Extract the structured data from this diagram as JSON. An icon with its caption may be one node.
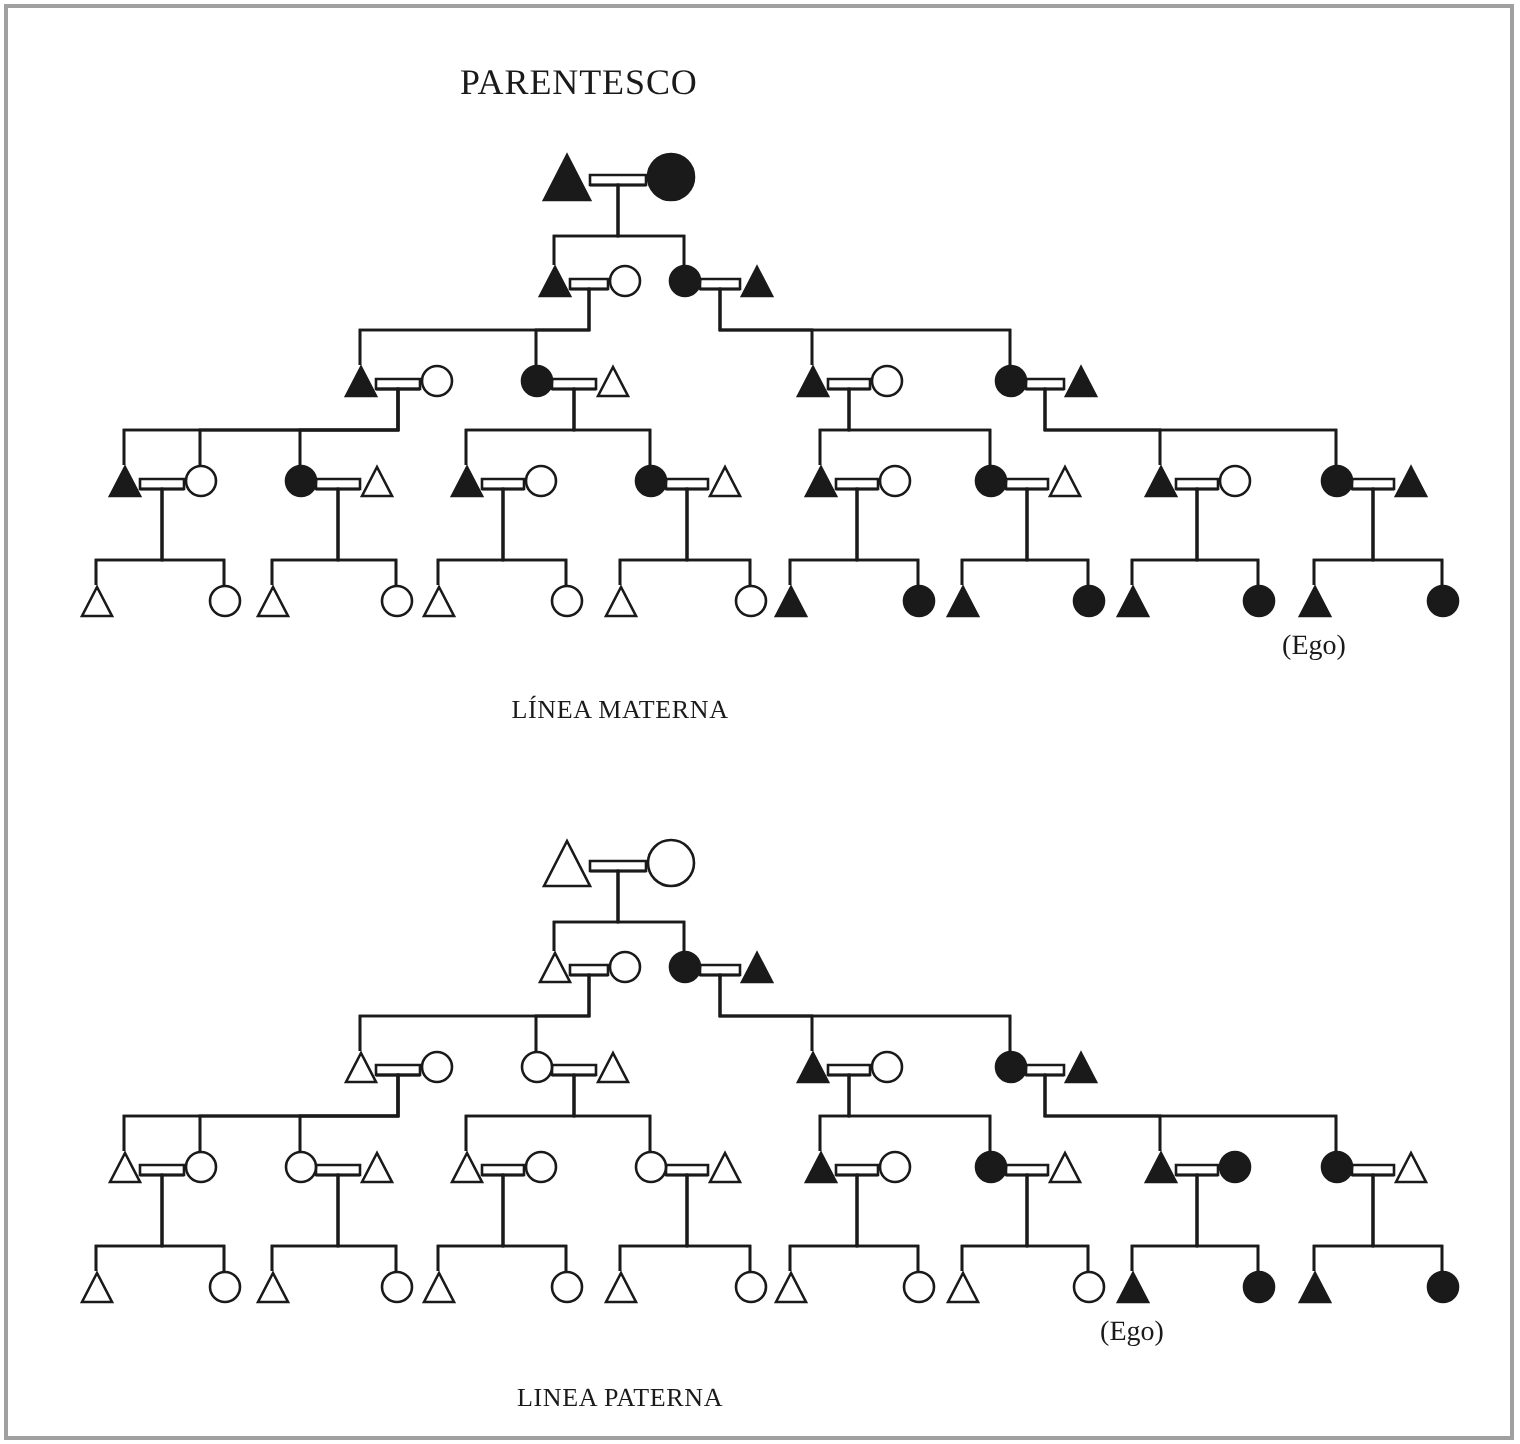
{
  "diagram": {
    "title": "PARENTESCO",
    "nodes": [
      {
        "text": [],
        "shape": "filled-triangle"
      },
      {
        "text": [],
        "shape": "filled-circle"
      },
      {
        "text": [],
        "shape": "filled-triangle"
      },
      {
        "text": [],
        "shape": "circle"
      },
      {
        "text": [],
        "shape": "filled-circle"
      },
      {
        "text": [],
        "shape": "filled-triangle"
      },
      {
        "text": [],
        "shape": "filled-triangle"
      },
      {
        "text": [],
        "shape": "circle"
      },
      {
        "text": [],
        "shape": "filled-circle"
      },
      {
        "text": [],
        "shape": "triangle"
      },
      {
        "text": [],
        "shape": "filled-triangle"
      },
      {
        "text": [],
        "shape": "circle"
      },
      {
        "text": [],
        "shape": "filled-circle"
      },
      {
        "text": [],
        "shape": "filled-triangle"
      },
      {
        "text": [],
        "shape": "filled-triangle"
      },
      {
        "text": [],
        "shape": "circle"
      },
      {
        "text": [],
        "shape": "filled-circle"
      },
      {
        "text": [],
        "shape": "triangle"
      },
      {
        "text": [],
        "shape": "filled-triangle"
      },
      {
        "text": [],
        "shape": "circle"
      },
      {
        "text": [],
        "shape": "filled-circle"
      },
      {
        "text": [],
        "shape": "triangle"
      },
      {
        "text": [],
        "shape": "filled-triangle"
      },
      {
        "text": [],
        "shape": "circle"
      },
      {
        "text": [],
        "shape": "filled-circle"
      },
      {
        "text": [],
        "shape": "triangle"
      },
      {
        "text": [],
        "shape": "filled-triangle"
      },
      {
        "text": [],
        "shape": "circle"
      },
      {
        "text": [],
        "shape": "filled-circle"
      },
      {
        "text": [],
        "shape": "filled-triangle"
      },
      {
        "text": [],
        "shape": "triangle"
      },
      {
        "text": [],
        "shape": "circle"
      },
      {
        "text": [],
        "shape": "triangle"
      },
      {
        "text": [],
        "shape": "circle"
      },
      {
        "text": [],
        "shape": "triangle"
      },
      {
        "text": [],
        "shape": "circle"
      },
      {
        "text": [],
        "shape": "triangle"
      },
      {
        "text": [],
        "shape": "circle"
      },
      {
        "text": [],
        "shape": "filled-triangle"
      },
      {
        "text": [],
        "shape": "filled-circle"
      },
      {
        "text": [],
        "shape": "filled-triangle"
      },
      {
        "text": [],
        "shape": "filled-circle"
      },
      {
        "text": [],
        "shape": "filled-triangle"
      },
      {
        "text": [],
        "shape": "filled-circle"
      },
      {
        "text": [],
        "shape": "filled-triangle",
        "beside": [
          "(Ego)"
        ]
      },
      {
        "text": [],
        "shape": "filled-circle"
      },
      {
        "text": [],
        "shape": "triangle"
      },
      {
        "text": [],
        "shape": "circle"
      },
      {
        "text": [],
        "shape": "triangle"
      },
      {
        "text": [],
        "shape": "circle"
      },
      {
        "text": [],
        "shape": "filled-circle"
      },
      {
        "text": [],
        "shape": "filled-triangle"
      },
      {
        "text": [],
        "shape": "triangle"
      },
      {
        "text": [],
        "shape": "circle"
      },
      {
        "text": [],
        "shape": "circle"
      },
      {
        "text": [],
        "shape": "triangle"
      },
      {
        "text": [],
        "shape": "filled-triangle"
      },
      {
        "text": [],
        "shape": "circle"
      },
      {
        "text": [],
        "shape": "filled-circle"
      },
      {
        "text": [],
        "shape": "filled-triangle"
      },
      {
        "text": [],
        "shape": "triangle"
      },
      {
        "text": [],
        "shape": "circle"
      },
      {
        "text": [],
        "shape": "circle"
      },
      {
        "text": [],
        "shape": "triangle"
      },
      {
        "text": [],
        "shape": "triangle"
      },
      {
        "text": [],
        "shape": "circle"
      },
      {
        "text": [],
        "shape": "circle"
      },
      {
        "text": [],
        "shape": "triangle"
      },
      {
        "text": [],
        "shape": "filled-triangle"
      },
      {
        "text": [],
        "shape": "circle"
      },
      {
        "text": [],
        "shape": "filled-circle"
      },
      {
        "text": [],
        "shape": "triangle"
      },
      {
        "text": [],
        "shape": "filled-triangle"
      },
      {
        "text": [],
        "shape": "filled-circle"
      },
      {
        "text": [],
        "shape": "filled-circle"
      },
      {
        "text": [],
        "shape": "triangle"
      },
      {
        "text": [],
        "shape": "triangle"
      },
      {
        "text": [],
        "shape": "circle"
      },
      {
        "text": [],
        "shape": "triangle"
      },
      {
        "text": [],
        "shape": "circle"
      },
      {
        "text": [],
        "shape": "triangle"
      },
      {
        "text": [],
        "shape": "circle"
      },
      {
        "text": [],
        "shape": "triangle"
      },
      {
        "text": [],
        "shape": "circle"
      },
      {
        "text": [],
        "shape": "triangle"
      },
      {
        "text": [],
        "shape": "circle"
      },
      {
        "text": [],
        "shape": "triangle"
      },
      {
        "text": [],
        "shape": "circle"
      },
      {
        "text": [],
        "shape": "filled-triangle",
        "beside": [
          "(Ego)"
        ]
      },
      {
        "text": [],
        "shape": "filled-circle"
      },
      {
        "text": [],
        "shape": "filled-triangle"
      },
      {
        "text": [],
        "shape": "filled-circle"
      }
    ],
    "edges": [
      {
        "from": 0,
        "to": 1,
        "arrow": "none"
      },
      {
        "from": 2,
        "to": 3,
        "arrow": "none"
      },
      {
        "from": 4,
        "to": 5,
        "arrow": "none"
      },
      {
        "from": 6,
        "to": 7,
        "arrow": "none"
      },
      {
        "from": 8,
        "to": 9,
        "arrow": "none"
      },
      {
        "from": 10,
        "to": 11,
        "arrow": "none"
      },
      {
        "from": 12,
        "to": 13,
        "arrow": "none"
      },
      {
        "from": 14,
        "to": 15,
        "arrow": "none"
      },
      {
        "from": 16,
        "to": 17,
        "arrow": "none"
      },
      {
        "from": 18,
        "to": 19,
        "arrow": "none"
      },
      {
        "from": 20,
        "to": 21,
        "arrow": "none"
      },
      {
        "from": 22,
        "to": 23,
        "arrow": "none"
      },
      {
        "from": 24,
        "to": 25,
        "arrow": "none"
      },
      {
        "from": 26,
        "to": 27,
        "arrow": "none"
      },
      {
        "from": 28,
        "to": 29,
        "arrow": "none"
      },
      {
        "from": 0,
        "to": 2,
        "arrow": "none"
      },
      {
        "from": 1,
        "to": 2,
        "arrow": "none"
      },
      {
        "from": 0,
        "to": 4,
        "arrow": "none"
      },
      {
        "from": 1,
        "to": 4,
        "arrow": "none"
      },
      {
        "from": 2,
        "to": 6,
        "arrow": "none"
      },
      {
        "from": 3,
        "to": 6,
        "arrow": "none"
      },
      {
        "from": 2,
        "to": 8,
        "arrow": "none"
      },
      {
        "from": 3,
        "to": 8,
        "arrow": "none"
      },
      {
        "from": 4,
        "to": 10,
        "arrow": "none"
      },
      {
        "from": 5,
        "to": 10,
        "arrow": "none"
      },
      {
        "from": 4,
        "to": 12,
        "arrow": "none"
      },
      {
        "from": 5,
        "to": 12,
        "arrow": "none"
      },
      {
        "from": 6,
        "to": 14,
        "arrow": "none"
      },
      {
        "from": 7,
        "to": 14,
        "arrow": "none"
      },
      {
        "from": 6,
        "to": 15,
        "arrow": "none"
      },
      {
        "from": 7,
        "to": 15,
        "arrow": "none"
      },
      {
        "from": 6,
        "to": 16,
        "arrow": "none"
      },
      {
        "from": 7,
        "to": 16,
        "arrow": "none"
      },
      {
        "from": 8,
        "to": 18,
        "arrow": "none"
      },
      {
        "from": 9,
        "to": 18,
        "arrow": "none"
      },
      {
        "from": 8,
        "to": 20,
        "arrow": "none"
      },
      {
        "from": 9,
        "to": 20,
        "arrow": "none"
      },
      {
        "from": 10,
        "to": 22,
        "arrow": "none"
      },
      {
        "from": 11,
        "to": 22,
        "arrow": "none"
      },
      {
        "from": 10,
        "to": 24,
        "arrow": "none"
      },
      {
        "from": 11,
        "to": 24,
        "arrow": "none"
      },
      {
        "from": 12,
        "to": 26,
        "arrow": "none"
      },
      {
        "from": 13,
        "to": 26,
        "arrow": "none"
      },
      {
        "from": 12,
        "to": 28,
        "arrow": "none"
      },
      {
        "from": 13,
        "to": 28,
        "arrow": "none"
      },
      {
        "from": 14,
        "to": 30,
        "arrow": "none"
      },
      {
        "from": 15,
        "to": 30,
        "arrow": "none"
      },
      {
        "from": 14,
        "to": 31,
        "arrow": "none"
      },
      {
        "from": 15,
        "to": 31,
        "arrow": "none"
      },
      {
        "from": 16,
        "to": 32,
        "arrow": "none"
      },
      {
        "from": 17,
        "to": 32,
        "arrow": "none"
      },
      {
        "from": 16,
        "to": 33,
        "arrow": "none"
      },
      {
        "from": 17,
        "to": 33,
        "arrow": "none"
      },
      {
        "from": 18,
        "to": 34,
        "arrow": "none"
      },
      {
        "from": 19,
        "to": 34,
        "arrow": "none"
      },
      {
        "from": 18,
        "to": 35,
        "arrow": "none"
      },
      {
        "from": 19,
        "to": 35,
        "arrow": "none"
      },
      {
        "from": 20,
        "to": 36,
        "arrow": "none"
      },
      {
        "from": 21,
        "to": 36,
        "arrow": "none"
      },
      {
        "from": 20,
        "to": 37,
        "arrow": "none"
      },
      {
        "from": 21,
        "to": 37,
        "arrow": "none"
      },
      {
        "from": 22,
        "to": 38,
        "arrow": "none"
      },
      {
        "from": 23,
        "to": 38,
        "arrow": "none"
      },
      {
        "from": 22,
        "to": 39,
        "arrow": "none"
      },
      {
        "from": 23,
        "to": 39,
        "arrow": "none"
      },
      {
        "from": 24,
        "to": 40,
        "arrow": "none"
      },
      {
        "from": 25,
        "to": 40,
        "arrow": "none"
      },
      {
        "from": 24,
        "to": 41,
        "arrow": "none"
      },
      {
        "from": 25,
        "to": 41,
        "arrow": "none"
      },
      {
        "from": 26,
        "to": 42,
        "arrow": "none"
      },
      {
        "from": 27,
        "to": 42,
        "arrow": "none"
      },
      {
        "from": 26,
        "to": 43,
        "arrow": "none"
      },
      {
        "from": 27,
        "to": 43,
        "arrow": "none"
      },
      {
        "from": 28,
        "to": 44,
        "arrow": "none"
      },
      {
        "from": 29,
        "to": 44,
        "arrow": "none"
      },
      {
        "from": 28,
        "to": 45,
        "arrow": "none"
      },
      {
        "from": 29,
        "to": 45,
        "arrow": "none"
      },
      {
        "from": 46,
        "to": 47,
        "arrow": "none"
      },
      {
        "from": 48,
        "to": 49,
        "arrow": "none"
      },
      {
        "from": 50,
        "to": 51,
        "arrow": "none"
      },
      {
        "from": 52,
        "to": 53,
        "arrow": "none"
      },
      {
        "from": 54,
        "to": 55,
        "arrow": "none"
      },
      {
        "from": 56,
        "to": 57,
        "arrow": "none"
      },
      {
        "from": 58,
        "to": 59,
        "arrow": "none"
      },
      {
        "from": 60,
        "to": 61,
        "arrow": "none"
      },
      {
        "from": 62,
        "to": 63,
        "arrow": "none"
      },
      {
        "from": 64,
        "to": 65,
        "arrow": "none"
      },
      {
        "from": 66,
        "to": 67,
        "arrow": "none"
      },
      {
        "from": 68,
        "to": 69,
        "arrow": "none"
      },
      {
        "from": 70,
        "to": 71,
        "arrow": "none"
      },
      {
        "from": 72,
        "to": 73,
        "arrow": "none"
      },
      {
        "from": 74,
        "to": 75,
        "arrow": "none"
      },
      {
        "from": 46,
        "to": 48,
        "arrow": "none"
      },
      {
        "from": 47,
        "to": 48,
        "arrow": "none"
      },
      {
        "from": 46,
        "to": 50,
        "arrow": "none"
      },
      {
        "from": 47,
        "to": 50,
        "arrow": "none"
      },
      {
        "from": 48,
        "to": 52,
        "arrow": "none"
      },
      {
        "from": 49,
        "to": 52,
        "arrow": "none"
      },
      {
        "from": 48,
        "to": 54,
        "arrow": "none"
      },
      {
        "from": 49,
        "to": 54,
        "arrow": "none"
      },
      {
        "from": 50,
        "to": 56,
        "arrow": "none"
      },
      {
        "from": 51,
        "to": 56,
        "arrow": "none"
      },
      {
        "from": 50,
        "to": 58,
        "arrow": "none"
      },
      {
        "from": 51,
        "to": 58,
        "arrow": "none"
      },
      {
        "from": 52,
        "to": 60,
        "arrow": "none"
      },
      {
        "from": 53,
        "to": 60,
        "arrow": "none"
      },
      {
        "from": 52,
        "to": 61,
        "arrow": "none"
      },
      {
        "from": 53,
        "to": 61,
        "arrow": "none"
      },
      {
        "from": 52,
        "to": 62,
        "arrow": "none"
      },
      {
        "from": 53,
        "to": 62,
        "arrow": "none"
      },
      {
        "from": 54,
        "to": 64,
        "arrow": "none"
      },
      {
        "from": 55,
        "to": 64,
        "arrow": "none"
      },
      {
        "from": 54,
        "to": 66,
        "arrow": "none"
      },
      {
        "from": 55,
        "to": 66,
        "arrow": "none"
      },
      {
        "from": 56,
        "to": 68,
        "arrow": "none"
      },
      {
        "from": 57,
        "to": 68,
        "arrow": "none"
      },
      {
        "from": 56,
        "to": 70,
        "arrow": "none"
      },
      {
        "from": 57,
        "to": 70,
        "arrow": "none"
      },
      {
        "from": 58,
        "to": 72,
        "arrow": "none"
      },
      {
        "from": 59,
        "to": 72,
        "arrow": "none"
      },
      {
        "from": 58,
        "to": 74,
        "arrow": "none"
      },
      {
        "from": 59,
        "to": 74,
        "arrow": "none"
      },
      {
        "from": 60,
        "to": 76,
        "arrow": "none"
      },
      {
        "from": 61,
        "to": 76,
        "arrow": "none"
      },
      {
        "from": 60,
        "to": 77,
        "arrow": "none"
      },
      {
        "from": 61,
        "to": 77,
        "arrow": "none"
      },
      {
        "from": 62,
        "to": 78,
        "arrow": "none"
      },
      {
        "from": 63,
        "to": 78,
        "arrow": "none"
      },
      {
        "from": 62,
        "to": 79,
        "arrow": "none"
      },
      {
        "from": 63,
        "to": 79,
        "arrow": "none"
      },
      {
        "from": 64,
        "to": 80,
        "arrow": "none"
      },
      {
        "from": 65,
        "to": 80,
        "arrow": "none"
      },
      {
        "from": 64,
        "to": 81,
        "arrow": "none"
      },
      {
        "from": 65,
        "to": 81,
        "arrow": "none"
      },
      {
        "from": 66,
        "to": 82,
        "arrow": "none"
      },
      {
        "from": 67,
        "to": 82,
        "arrow": "none"
      },
      {
        "from": 66,
        "to": 83,
        "arrow": "none"
      },
      {
        "from": 67,
        "to": 83,
        "arrow": "none"
      },
      {
        "from": 68,
        "to": 84,
        "arrow": "none"
      },
      {
        "from": 69,
        "to": 84,
        "arrow": "none"
      },
      {
        "from": 68,
        "to": 85,
        "arrow": "none"
      },
      {
        "from": 69,
        "to": 85,
        "arrow": "none"
      },
      {
        "from": 70,
        "to": 86,
        "arrow": "none"
      },
      {
        "from": 71,
        "to": 86,
        "arrow": "none"
      },
      {
        "from": 70,
        "to": 87,
        "arrow": "none"
      },
      {
        "from": 71,
        "to": 87,
        "arrow": "none"
      },
      {
        "from": 72,
        "to": 88,
        "arrow": "none"
      },
      {
        "from": 73,
        "to": 88,
        "arrow": "none"
      },
      {
        "from": 72,
        "to": 89,
        "arrow": "none"
      },
      {
        "from": 73,
        "to": 89,
        "arrow": "none"
      },
      {
        "from": 74,
        "to": 90,
        "arrow": "none"
      },
      {
        "from": 75,
        "to": 90,
        "arrow": "none"
      },
      {
        "from": 74,
        "to": 91,
        "arrow": "none"
      },
      {
        "from": 75,
        "to": 91,
        "arrow": "none"
      }
    ],
    "labels": [
      "LÍNEA MATERNA",
      "LINEA PATERNA"
    ]
  }
}
